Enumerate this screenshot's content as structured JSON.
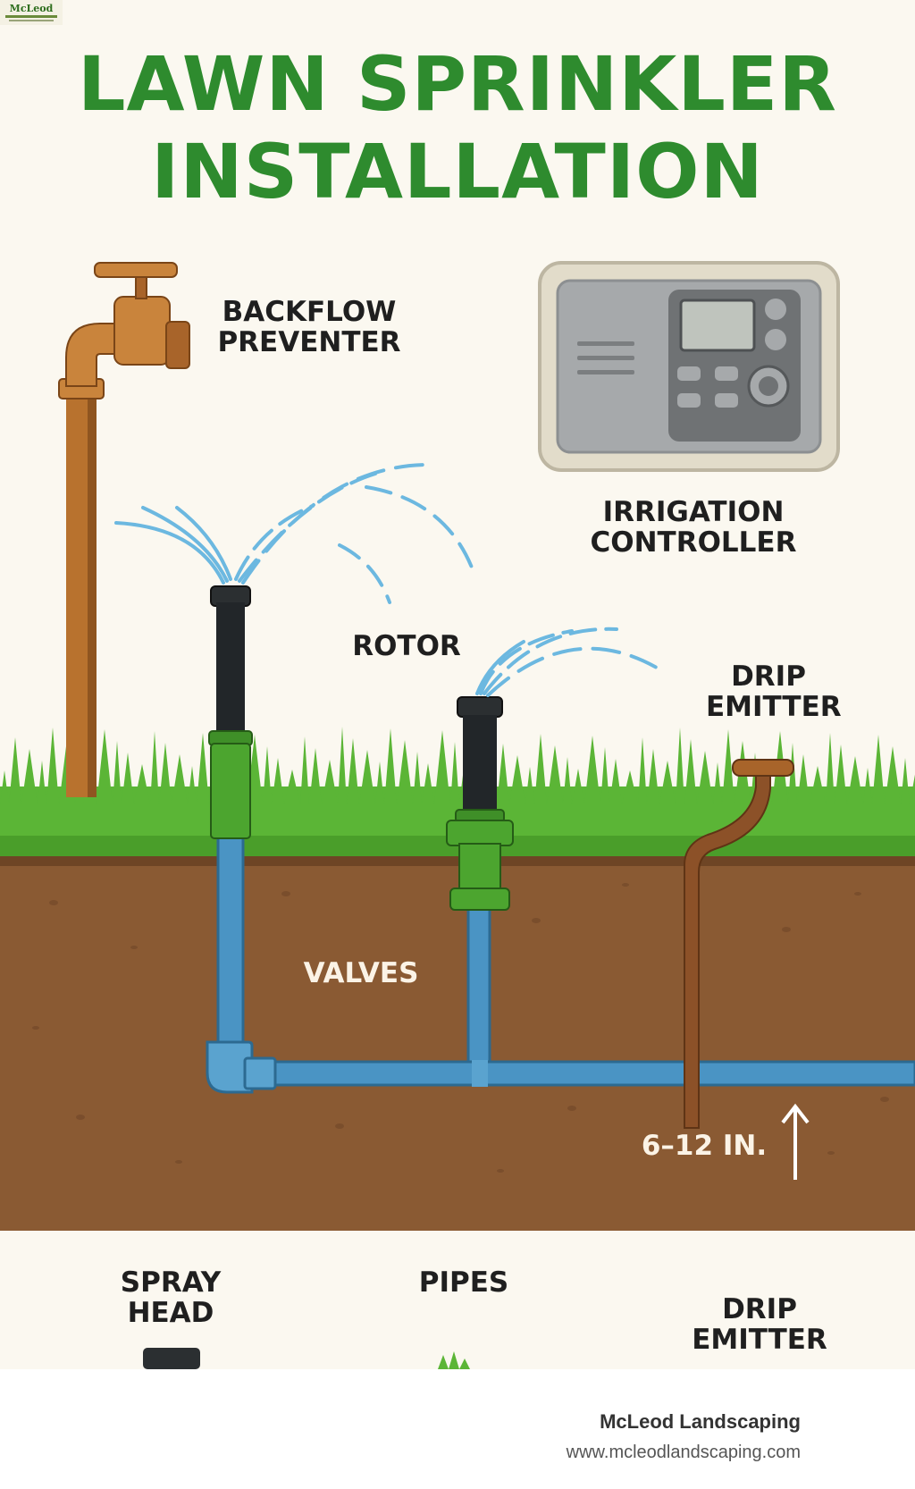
{
  "title": {
    "line1": "LAWN SPRINKLER",
    "line2": "INSTALLATION"
  },
  "labels": {
    "backflow_preventer": [
      "BACKFLOW",
      "PREVENTER"
    ],
    "irrigation_controller": [
      "IRRIGATION",
      "CONTROLLER"
    ],
    "rotor": "ROTOR",
    "drip_emitter_top": [
      "DRIP",
      "EMITTER"
    ],
    "valves": "VALVES",
    "depth": "6–12 IN.",
    "spray_head": [
      "SPRAY",
      "HEAD"
    ],
    "pipes": "PIPES",
    "drip_emitter_bottom": [
      "DRIP",
      "EMITTER"
    ]
  },
  "footer": {
    "brand": "McLeod Landscaping",
    "url": "www.mcleodlandscaping.com",
    "logo_text": "McLeod"
  },
  "colors": {
    "title_green": "#2e8b2e",
    "grass": "#5bb536",
    "soil": "#8a5a33",
    "pipe_blue": "#4a94c4",
    "copper": "#b8722e",
    "water": "#6cb8e0"
  }
}
